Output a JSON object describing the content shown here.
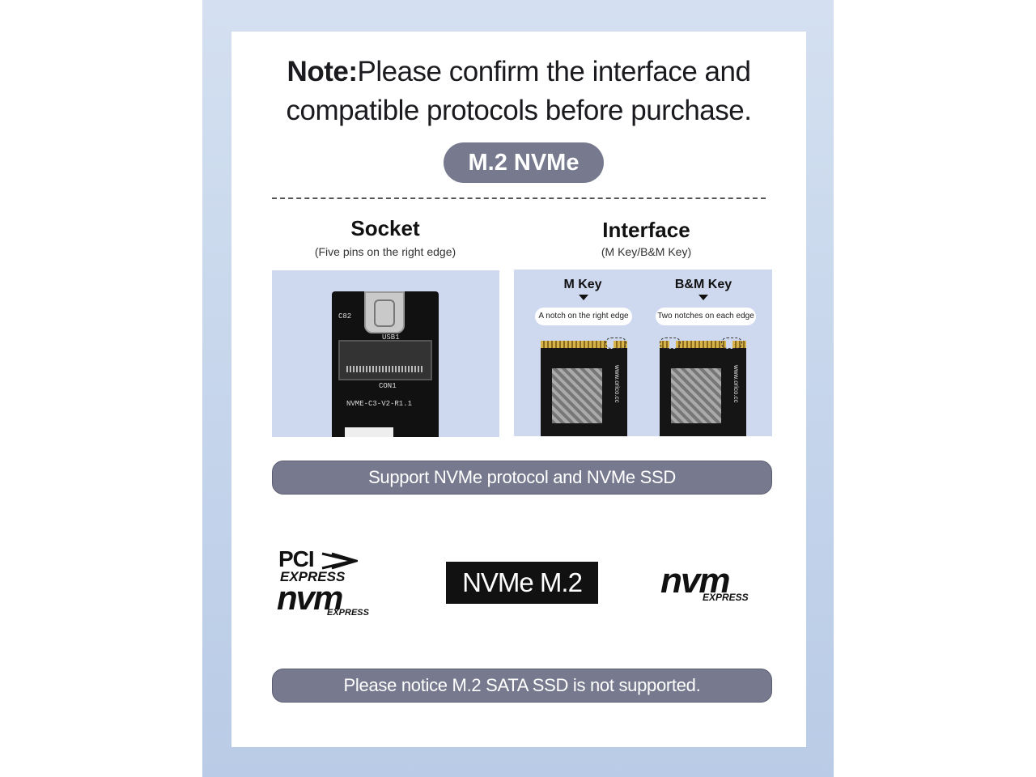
{
  "note": {
    "label": "Note:",
    "text_line1": "Please confirm the interface and",
    "text_line2": "compatible protocols before purchase."
  },
  "badge": {
    "label": "M.2 NVMe"
  },
  "socket": {
    "title": "Socket",
    "subtitle": "(Five pins on the right edge)",
    "silk_usb": "USB1",
    "silk_con": "CON1",
    "silk_model": "NVME-C3-V2-R1.1",
    "silk_c82": "C82"
  },
  "interface": {
    "title": "Interface",
    "subtitle": "(M Key/B&M Key)",
    "m_key": {
      "label": "M Key",
      "note": "A notch on the right edge",
      "brand": "www.orico.cc"
    },
    "bm_key": {
      "label": "B&M Key",
      "note": "Two notches on each edge",
      "brand": "www.orico.cc"
    }
  },
  "support_bar": "Support NVMe protocol and NVMe SSD",
  "logos": {
    "pci_line1": "PCI",
    "pci_line2": "EXPRESS",
    "nvm": "nvm",
    "express": "EXPRESS",
    "nvme_m2": "NVMe M.2"
  },
  "notice_bar": "Please notice M.2 SATA SSD is not supported."
}
